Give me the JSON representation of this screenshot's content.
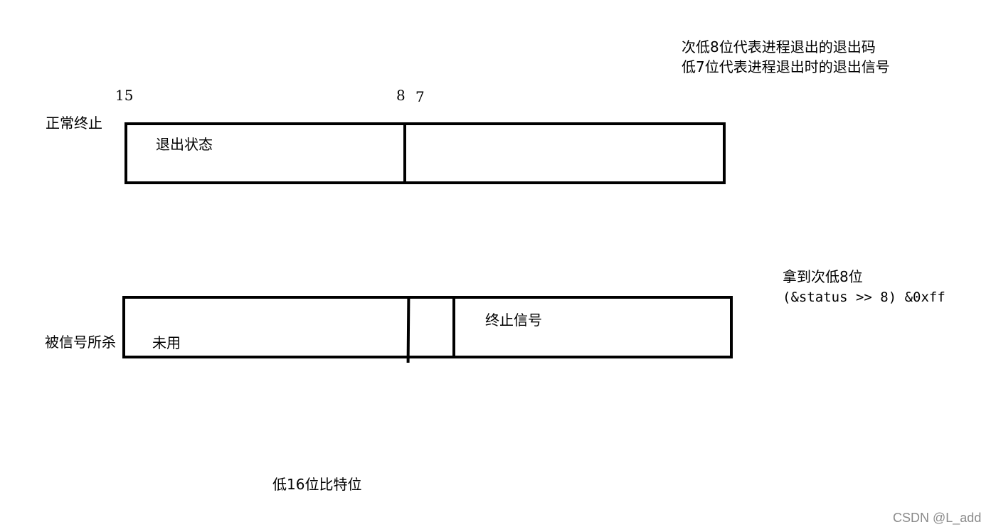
{
  "notes": {
    "line1": "次低8位代表进程退出的退出码",
    "line2": "低7位代表进程退出时的退出信号"
  },
  "bit_labels": {
    "b15": "15",
    "b8": "8",
    "b7": "7"
  },
  "normal_exit": {
    "label": "正常终止",
    "field_exit_status": "退出状态"
  },
  "killed_by_signal": {
    "label": "被信号所杀",
    "field_unused": "未用",
    "field_term_signal": "终止信号"
  },
  "extract_hint": {
    "title": "拿到次低8位",
    "code": "(&status >> 8) &0xff"
  },
  "caption": "低16位比特位",
  "watermark": "CSDN @L_add"
}
